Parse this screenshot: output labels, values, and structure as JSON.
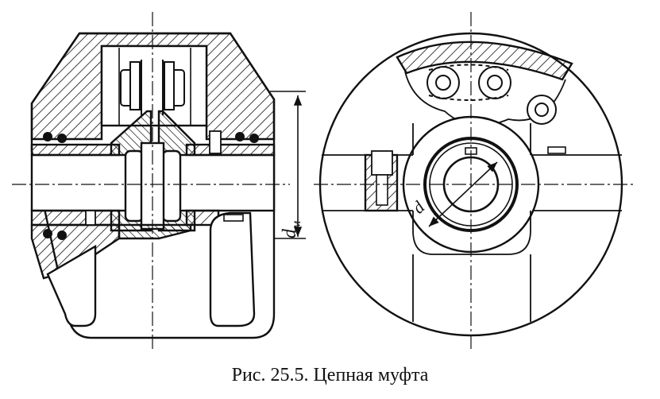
{
  "caption": "Рис. 25.5. Цепная муфта",
  "labels": {
    "hub_diameter": "d",
    "hub_diameter_sub": "м",
    "shaft_diameter": "d"
  }
}
